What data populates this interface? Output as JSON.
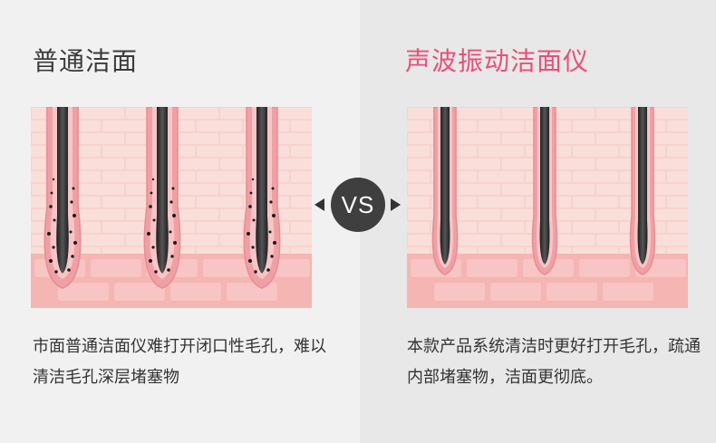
{
  "left": {
    "title": "普通洁面",
    "description": "市面普通洁面仪难打开闭口性毛孔，难以清洁毛孔深层堵塞物"
  },
  "right": {
    "title": "声波振动洁面仪",
    "description": "本款产品系统清洁时更好打开毛孔，疏通内部堵塞物，洁面更彻底。"
  },
  "vs_label": "VS",
  "colors": {
    "accent": "#e8507b",
    "skin": "#f6cfc9",
    "follicle": "#ef9fa3",
    "hair": "#2a2a2a"
  }
}
